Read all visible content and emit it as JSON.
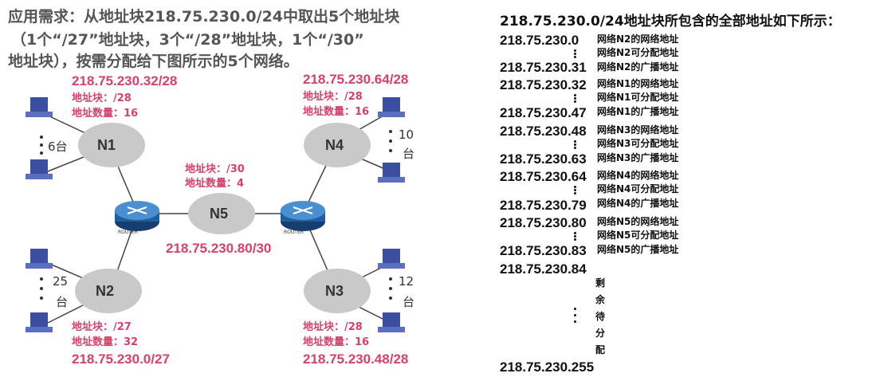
{
  "question": {
    "line1": "应用需求：从地址块218.75.230.0/24中取出5个地址块",
    "line2": "（1个“/27”地址块，3个“/28”地址块，1个“/30”",
    "line3": "地址块），按需分配给下图所示的5个网络。"
  },
  "networks": {
    "N1": {
      "name": "N1",
      "prefix": "218.75.230.32/28",
      "block": "地址块：/28",
      "count": "地址数量：16",
      "hosts": "6台"
    },
    "N4": {
      "name": "N4",
      "prefix": "218.75.230.64/28",
      "block": "地址块：/28",
      "count": "地址数量：16",
      "hosts_num": "10",
      "hosts_unit": "台"
    },
    "N5": {
      "name": "N5",
      "prefix": "218.75.230.80/30",
      "block": "地址块：/30",
      "count": "地址数量：4"
    },
    "N2": {
      "name": "N2",
      "prefix": "218.75.230.0/27",
      "block": "地址块：/27",
      "count": "地址数量：32",
      "hosts_num": "25",
      "hosts_unit": "台"
    },
    "N3": {
      "name": "N3",
      "prefix": "218.75.230.48/28",
      "block": "地址块：/28",
      "count": "地址数量：16",
      "hosts_num": "12",
      "hosts_unit": "台"
    }
  },
  "router_label": "ROUTER",
  "colors": {
    "accent": "#d9406a",
    "router": "#1f5fa0",
    "host": "#3a4fa0"
  },
  "address_list": {
    "title": "218.75.230.0/24地址块所包含的全部地址如下所示：",
    "addresses": [
      "218.75.230.0",
      "218.75.230.31",
      "218.75.230.32",
      "218.75.230.47",
      "218.75.230.48",
      "218.75.230.63",
      "218.75.230.64",
      "218.75.230.79",
      "218.75.230.80",
      "218.75.230.83",
      "218.75.230.84",
      "218.75.230.255"
    ],
    "labels": [
      "网络N2的网络地址",
      "网络N2可分配地址",
      "网络N2的广播地址",
      "网络N1的网络地址",
      "网络N1可分配地址",
      "网络N1的广播地址",
      "网络N3的网络地址",
      "网络N3可分配地址",
      "网络N3的广播地址",
      "网络N4的网络地址",
      "网络N4可分配地址",
      "网络N4的广播地址",
      "网络N5的网络地址",
      "网络N5可分配地址",
      "网络N5的广播地址"
    ],
    "remaining": [
      "剩",
      "余",
      "待",
      "分",
      "配"
    ]
  }
}
